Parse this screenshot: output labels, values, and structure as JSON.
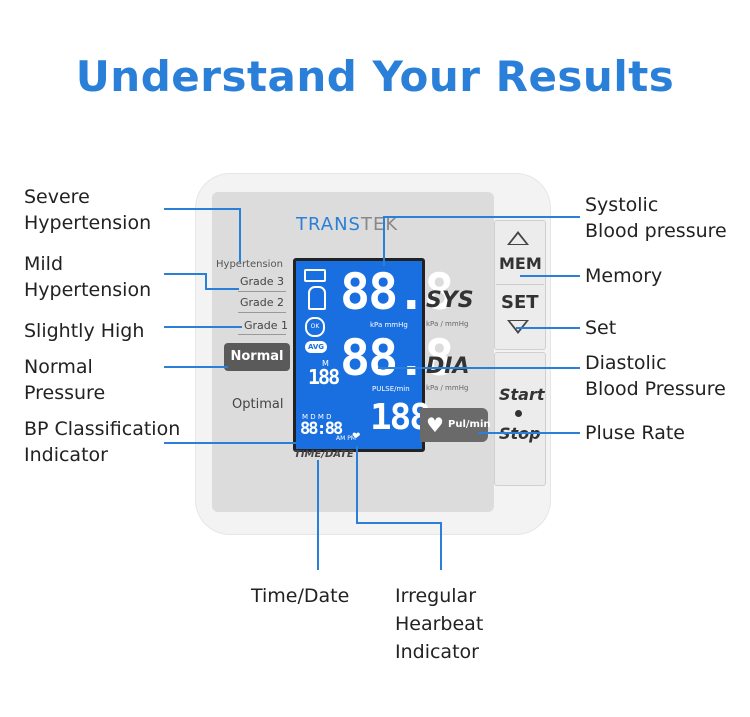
{
  "title": "Understand Your Results",
  "left_labels": {
    "severe_1": "Severe",
    "severe_2": "Hypertension",
    "mild_1": "Mild",
    "mild_2": "Hypertension",
    "slightly_high": "Slightly High",
    "normal_1": "Normal",
    "normal_2": "Pressure",
    "bp_class_1": "BP Classification",
    "bp_class_2": "Indicator"
  },
  "right_labels": {
    "systolic_1": "Systolic",
    "systolic_2": "Blood pressure",
    "memory": "Memory",
    "set": "Set",
    "diastolic_1": "Diastolic",
    "diastolic_2": "Blood Pressure",
    "pulse_rate": "Pluse Rate"
  },
  "bottom_labels": {
    "time_date": "Time/Date",
    "irregular_1": "Irregular",
    "irregular_2": "Hearbeat",
    "irregular_3": "Indicator"
  },
  "device": {
    "brand_main": "TRANS",
    "brand_tail": "TEK",
    "hypertension": "Hypertension",
    "grade3": "Grade 3",
    "grade2": "Grade 2",
    "grade1": "Grade 1",
    "normal": "Normal",
    "optimal": "Optimal",
    "sys": "SYS",
    "dia": "DIA",
    "sys_unit": "kPa / mmHg",
    "dia_unit": "kPa / mmHg",
    "lcd_top": "88.8",
    "lcd_mid": "88.8",
    "lcd_pulse": "188",
    "lcd_mem": "188",
    "lcd_time": "88:88",
    "lcd_kpa": "kPa mmHg",
    "lcd_pulse_label": "PULSE/min",
    "lcd_avg": "AVG",
    "lcd_ok": "OK",
    "lcd_m": "M",
    "lcd_md": "M D  M D",
    "lcd_ampm": "AM PM",
    "mem": "MEM",
    "set": "SET",
    "start": "Start",
    "stop": "Stop",
    "pul_min": "Pul/min",
    "time_date": "TIME/DATE"
  },
  "colors": {
    "accent": "#2a7fd8",
    "lcd": "#1a6fe0"
  }
}
